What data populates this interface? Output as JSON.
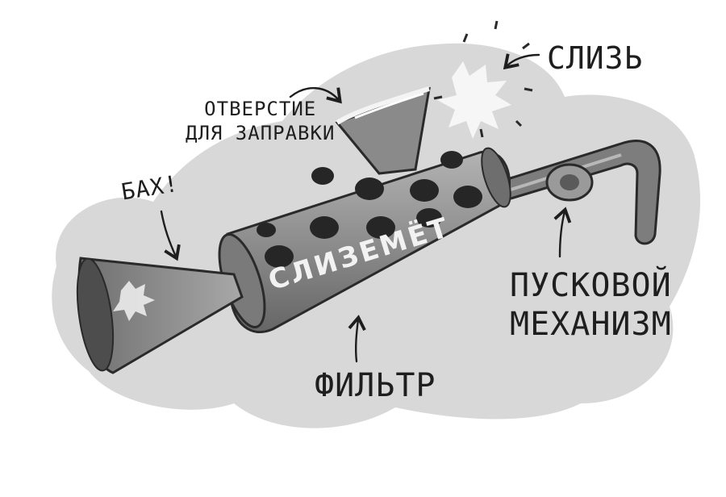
{
  "labels": {
    "slime": "СЛИЗЬ",
    "filler_line1": "ОТВЕРСТИЕ",
    "filler_line2": "ДЛЯ ЗАПРАВКИ",
    "bang": "БАХ!",
    "trigger_line1": "ПУСКОВОЙ",
    "trigger_line2": "МЕХАНИЗМ",
    "filter": "ФИЛЬТР",
    "barrel_text": "СЛИЗЕМЁТ"
  },
  "colors": {
    "background_blob": "#d8d8d8",
    "metal": "#8e8e8e",
    "dark_metal": "#5a5a5a",
    "holes": "#262626",
    "ink": "#1e1e1e"
  }
}
